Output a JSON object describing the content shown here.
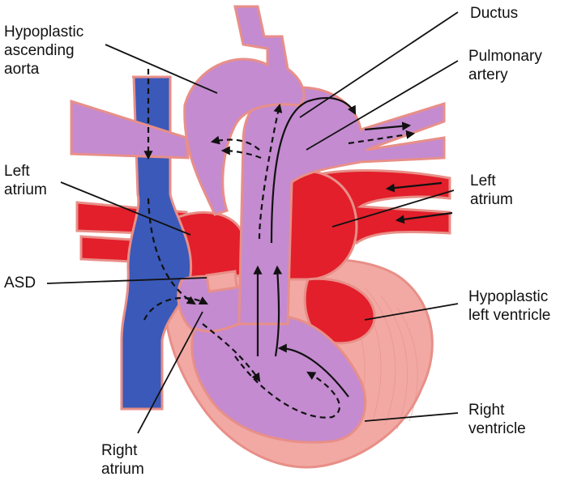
{
  "labels": {
    "hypoplastic_ascending_aorta": "Hypoplastic\nascending\naorta",
    "ductus": "Ductus",
    "pulmonary_artery": "Pulmonary\nartery",
    "left_atrium_left": "Left\natrium",
    "left_atrium_right": "Left\natrium",
    "asd": "ASD",
    "hypoplastic_left_ventricle": "Hypoplastic\nleft ventricle",
    "right_ventricle": "Right\nventricle",
    "right_atrium": "Right\natrium"
  },
  "colors": {
    "deoxygenated": "#3b59b8",
    "oxygenated": "#e21f2b",
    "mixed": "#c48bd0",
    "myocardium": "#f2a9a4",
    "outline": "#e88f88",
    "leader_line": "#111111"
  }
}
